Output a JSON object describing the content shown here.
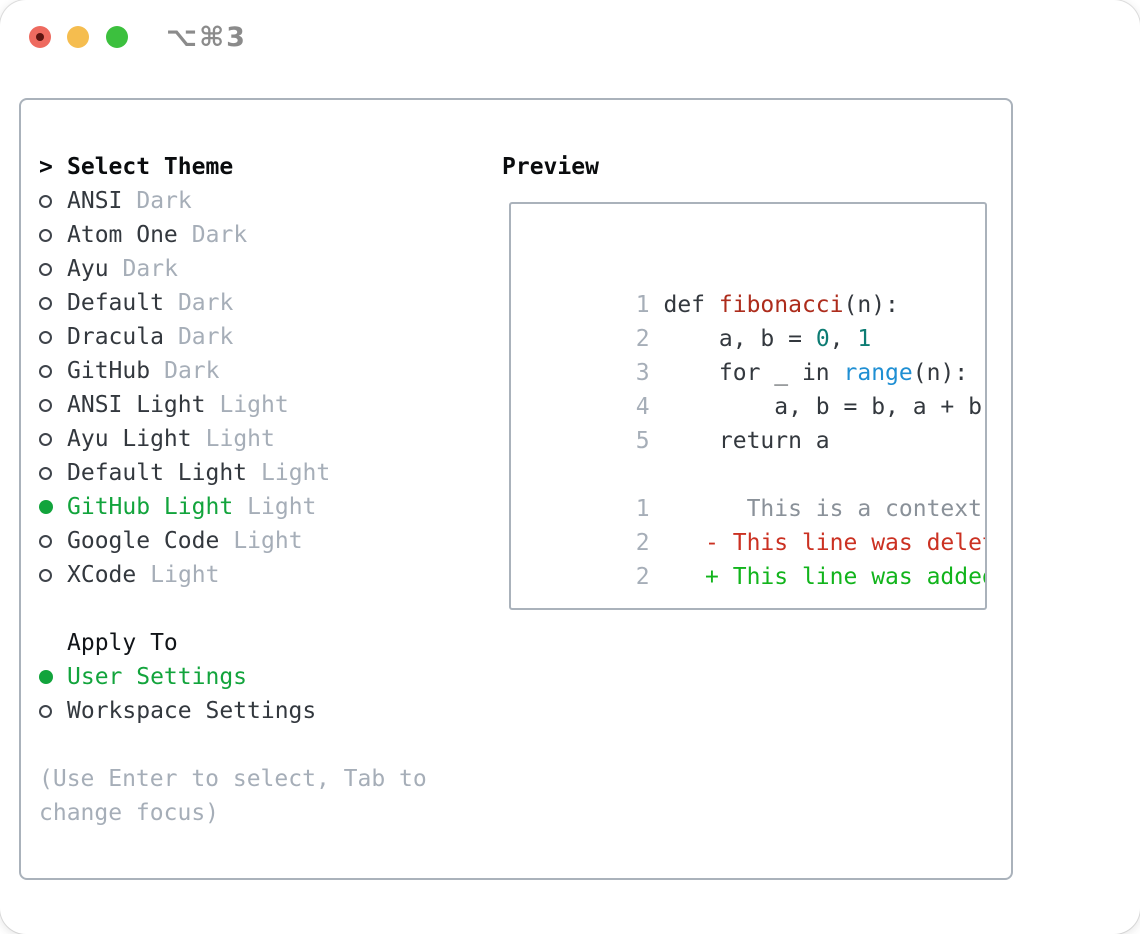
{
  "titlebar": {
    "title": "⌥⌘3"
  },
  "colors": {
    "accent_green": "#12a43c",
    "added_green": "#12b41c",
    "deleted_red": "#cb3122",
    "function_red": "#ad2c1c",
    "builtin_blue": "#1f8fd3",
    "number_teal": "#0d7c73",
    "muted_gray": "#a6aeb8",
    "panel_border": "#aab2bb"
  },
  "themes": {
    "header": "Select Theme",
    "header_marker": ">",
    "items": [
      {
        "name": "ANSI",
        "tag": "Dark",
        "selected": false
      },
      {
        "name": "Atom One",
        "tag": "Dark",
        "selected": false
      },
      {
        "name": "Ayu",
        "tag": "Dark",
        "selected": false
      },
      {
        "name": "Default",
        "tag": "Dark",
        "selected": false
      },
      {
        "name": "Dracula",
        "tag": "Dark",
        "selected": false
      },
      {
        "name": "GitHub",
        "tag": "Dark",
        "selected": false
      },
      {
        "name": "ANSI Light",
        "tag": "Light",
        "selected": false
      },
      {
        "name": "Ayu Light",
        "tag": "Light",
        "selected": false
      },
      {
        "name": "Default Light",
        "tag": "Light",
        "selected": false
      },
      {
        "name": "GitHub Light",
        "tag": "Light",
        "selected": true
      },
      {
        "name": "Google Code",
        "tag": "Light",
        "selected": false
      },
      {
        "name": "XCode",
        "tag": "Light",
        "selected": false
      }
    ]
  },
  "apply_to": {
    "header": "Apply To",
    "items": [
      {
        "name": "User Settings",
        "selected": true
      },
      {
        "name": "Workspace Settings",
        "selected": false
      }
    ]
  },
  "hint": {
    "line1": "(Use Enter to select, Tab to",
    "line2": "change focus)"
  },
  "preview": {
    "header": "Preview",
    "code_lines": [
      {
        "segments": [
          {
            "t": "1 ",
            "c": "ln"
          },
          {
            "t": "def ",
            "c": "code"
          },
          {
            "t": "fibonacci",
            "c": "func"
          },
          {
            "t": "(n):",
            "c": "code"
          }
        ]
      },
      {
        "segments": [
          {
            "t": "2 ",
            "c": "ln"
          },
          {
            "t": "    a, b = ",
            "c": "code"
          },
          {
            "t": "0",
            "c": "num"
          },
          {
            "t": ", ",
            "c": "code"
          },
          {
            "t": "1",
            "c": "num"
          }
        ]
      },
      {
        "segments": [
          {
            "t": "3 ",
            "c": "ln"
          },
          {
            "t": "    for _ in ",
            "c": "code"
          },
          {
            "t": "range",
            "c": "builtin"
          },
          {
            "t": "(n):",
            "c": "code"
          }
        ]
      },
      {
        "segments": [
          {
            "t": "4 ",
            "c": "ln"
          },
          {
            "t": "        a, b = b, a + b",
            "c": "code"
          }
        ]
      },
      {
        "segments": [
          {
            "t": "5 ",
            "c": "ln"
          },
          {
            "t": "    return a",
            "c": "code"
          }
        ]
      },
      {
        "segments": []
      },
      {
        "segments": [
          {
            "t": "1 ",
            "c": "ln"
          },
          {
            "t": "      This is a context line.",
            "c": "ctx"
          }
        ]
      },
      {
        "segments": [
          {
            "t": "2 ",
            "c": "ln"
          },
          {
            "t": "   - This line was deleted.",
            "c": "del"
          }
        ]
      },
      {
        "segments": [
          {
            "t": "2 ",
            "c": "ln"
          },
          {
            "t": "   + This line was added.",
            "c": "add"
          }
        ]
      }
    ]
  }
}
